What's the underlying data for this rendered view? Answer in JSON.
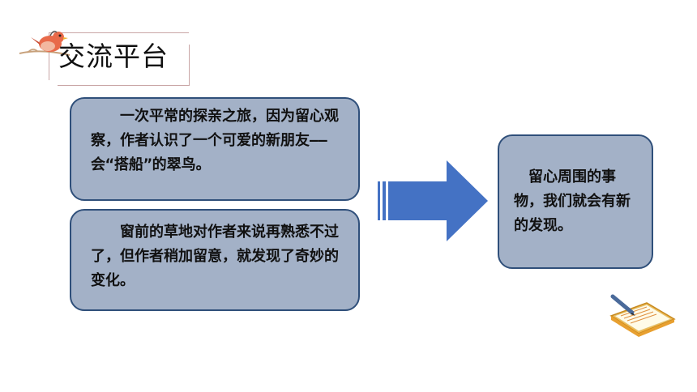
{
  "title": "交流平台",
  "boxes": {
    "box1": "　　一次平常的探亲之旅，因为留心观察，作者认识了一个可爱的新朋友——会“搭船”的翠鸟。",
    "box2": "　　窗前的草地对作者来说再熟悉不过了，但作者稍加留意，就发现了奇妙的变化。",
    "conclusion": "　留心周围的事物，我们就会有新的发现。"
  },
  "colors": {
    "box_fill": "#a3b1c7",
    "box_border": "#2f4f7a",
    "arrow": "#4472c4",
    "title_frame": "#c9a6a6"
  },
  "icons": [
    "bird-icon",
    "arrow-icon",
    "notebook-icon"
  ]
}
